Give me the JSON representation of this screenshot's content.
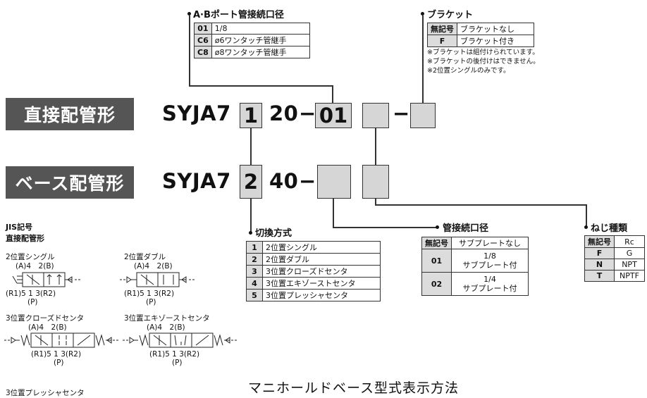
{
  "ports": {
    "title": "A·Bポート管接続口径",
    "rows": [
      {
        "code": "01",
        "desc": "1/8"
      },
      {
        "code": "C6",
        "desc": "ø6ワンタッチ管継手"
      },
      {
        "code": "C8",
        "desc": "ø8ワンタッチ管継手"
      }
    ]
  },
  "bracket": {
    "title": "ブラケット",
    "rows": [
      {
        "code": "無記号",
        "desc": "ブラケットなし"
      },
      {
        "code": "F",
        "desc": "ブラケット付き"
      }
    ],
    "notes": [
      "※ブラケットは組付けられています。",
      "※ブラケットの後付けはできません。",
      "※2位置シングルのみです。"
    ]
  },
  "direct": {
    "label": "直接配管形",
    "prefix": "SYJA7",
    "digit": "1",
    "middle": "20",
    "dash1": "−",
    "port": "01",
    "dash2": "−"
  },
  "base": {
    "label": "ベース配管形",
    "prefix": "SYJA7",
    "digit": "2",
    "middle": "40",
    "dash1": "−"
  },
  "switching": {
    "title": "切換方式",
    "rows": [
      {
        "code": "1",
        "desc": "2位置シングル"
      },
      {
        "code": "2",
        "desc": "2位置ダブル"
      },
      {
        "code": "3",
        "desc": "3位置クローズドセンタ"
      },
      {
        "code": "4",
        "desc": "3位置エキゾーストセンタ"
      },
      {
        "code": "5",
        "desc": "3位置プレッシャセンタ"
      }
    ]
  },
  "pipe": {
    "title": "管接続口径",
    "rows": [
      {
        "code": "無記号",
        "desc": [
          "サブプレートなし"
        ]
      },
      {
        "code": "01",
        "desc": [
          "1/8",
          "サブプレート付"
        ]
      },
      {
        "code": "02",
        "desc": [
          "1/4",
          "サブプレート付"
        ]
      }
    ]
  },
  "thread": {
    "title": "ねじ種類",
    "rows": [
      {
        "code": "無記号",
        "desc": "Rc"
      },
      {
        "code": "F",
        "desc": "G"
      },
      {
        "code": "N",
        "desc": "NPT"
      },
      {
        "code": "T",
        "desc": "NPTF"
      }
    ]
  },
  "jis": {
    "title": "JIS記号",
    "subtitle": "直接配管形",
    "symbols": [
      {
        "name": "2位置シングル",
        "top": "(A)4　2(B)",
        "bottom": "(R1)5 1 3(R2)",
        "p": "(P)"
      },
      {
        "name": "2位置ダブル",
        "top": "(A)4　2(B)",
        "bottom": "(R1)5 1 3(R2)",
        "p": "(P)"
      },
      {
        "name": "3位置クローズドセンタ",
        "top": "(A)4　2(B)",
        "bottom": "(R1)5 1 3(R2)",
        "p": "(P)"
      },
      {
        "name": "3位置エキゾーストセンタ",
        "top": "(A)4　2(B)",
        "bottom": "(R1)5 1 3(R2)",
        "p": "(P)"
      }
    ],
    "cut_label": "3位置プレッシャセンタ"
  },
  "manifold_title": "マニホールドベース型式表示方法"
}
